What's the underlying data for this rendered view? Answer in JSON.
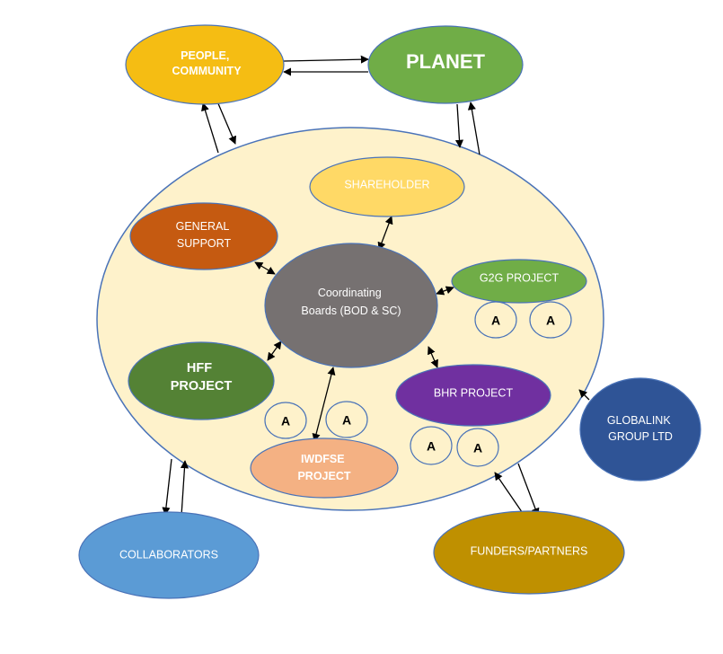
{
  "colors": {
    "outer": "#FEF2CB",
    "outer_stroke": "#4A73B8",
    "people": "#F5BD13",
    "planet": "#70AD47",
    "shareholder": "#FFD966",
    "general": "#C55A11",
    "coord": "#767171",
    "g2g": "#70AD47",
    "hff": "#548235",
    "bhr": "#7030A0",
    "iwdfse": "#F4B183",
    "globalink": "#2F5496",
    "collab": "#5B9BD5",
    "funders": "#BF9000",
    "a_fill": "#FEF2CB",
    "arrow": "#000000"
  },
  "nodes": {
    "people": [
      "PEOPLE,",
      "COMMUNITY"
    ],
    "planet": [
      "PLANET"
    ],
    "shareholder": [
      "SHAREHOLDER"
    ],
    "general": [
      "GENERAL",
      "SUPPORT"
    ],
    "coord": [
      "Coordinating",
      "Boards (BOD & SC)"
    ],
    "g2g": [
      "G2G PROJECT"
    ],
    "hff": [
      "HFF",
      "PROJECT"
    ],
    "bhr": [
      "BHR PROJECT"
    ],
    "iwdfse": [
      "IWDFSE",
      "PROJECT"
    ],
    "globalink": [
      "GLOBALINK",
      "GROUP LTD"
    ],
    "collab": [
      "COLLABORATORS"
    ],
    "funders": [
      "FUNDERS/PARTNERS"
    ],
    "a_label": "A"
  }
}
